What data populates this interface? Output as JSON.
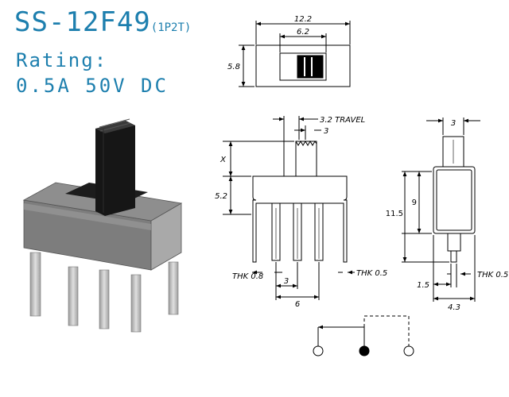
{
  "header": {
    "model": "SS-12F49",
    "config": "(1P2T)",
    "rating_label": "Rating:",
    "rating_value": "0.5A  50V  DC"
  },
  "dims": {
    "top_width": "12.2",
    "top_slot": "6.2",
    "top_height": "5.8",
    "travel": "3.2 TRAVEL",
    "actuator_offset": "3",
    "x": "X",
    "body_height": "5.2",
    "thk_left": "THK 0.8",
    "thk_right": "THK 0.5",
    "pin_pitch": "3",
    "pin_span": "6",
    "side_actuator": "3",
    "side_h1": "9",
    "side_h2": "11.5",
    "side_w1": "1.5",
    "side_thk": "THK 0.5",
    "side_w2": "4.3"
  },
  "colors": {
    "title": "#1d7fae",
    "line": "#000000",
    "body": "#6e6e6e",
    "metal": "#c8c8c8"
  }
}
